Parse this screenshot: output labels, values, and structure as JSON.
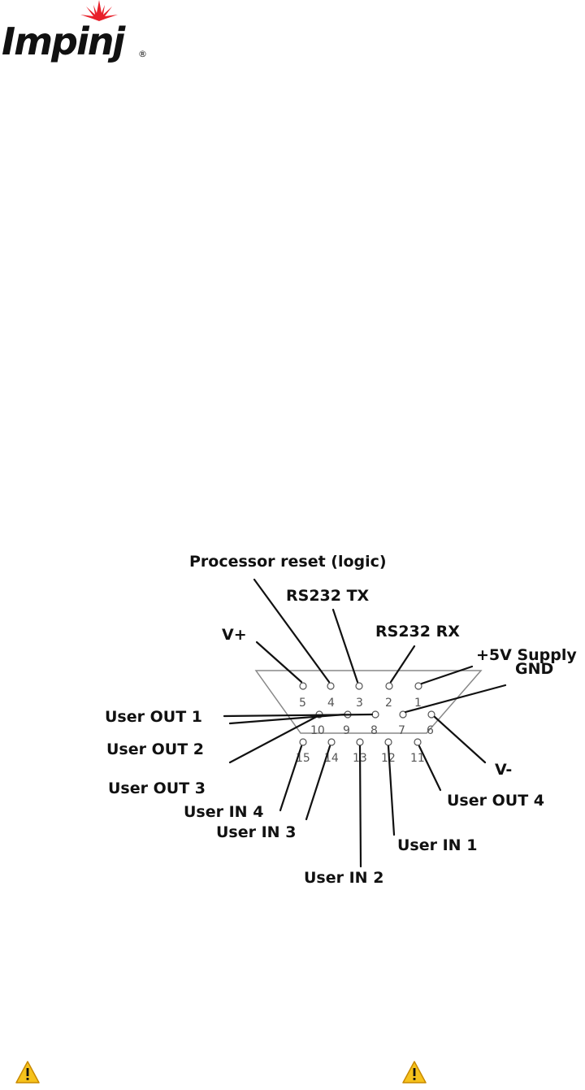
{
  "brand": {
    "name": "Impinj",
    "registered_mark": "®",
    "accent_color": "#e8202a",
    "text_color": "#111111"
  },
  "connector": {
    "pin_numbers": [
      "5",
      "4",
      "3",
      "2",
      "1",
      "10",
      "9",
      "8",
      "7",
      "6",
      "15",
      "14",
      "13",
      "12",
      "11"
    ],
    "labels": {
      "processor_reset": "Processor reset (logic)",
      "rs232_tx": "RS232 TX",
      "rs232_rx": "RS232 RX",
      "v_plus": "V+",
      "plus5v": "+5V Supply",
      "gnd": "GND",
      "user_out_1": "User OUT 1",
      "user_out_2": "User OUT 2",
      "user_out_3": "User OUT 3",
      "v_minus": "V-",
      "user_in_4": "User IN 4",
      "user_in_3": "User IN 3",
      "user_in_2": "User IN 2",
      "user_in_1": "User IN 1",
      "user_out_4": "User OUT 4"
    }
  },
  "warnings": [
    {
      "icon": "warning-icon"
    },
    {
      "icon": "warning-icon"
    }
  ]
}
